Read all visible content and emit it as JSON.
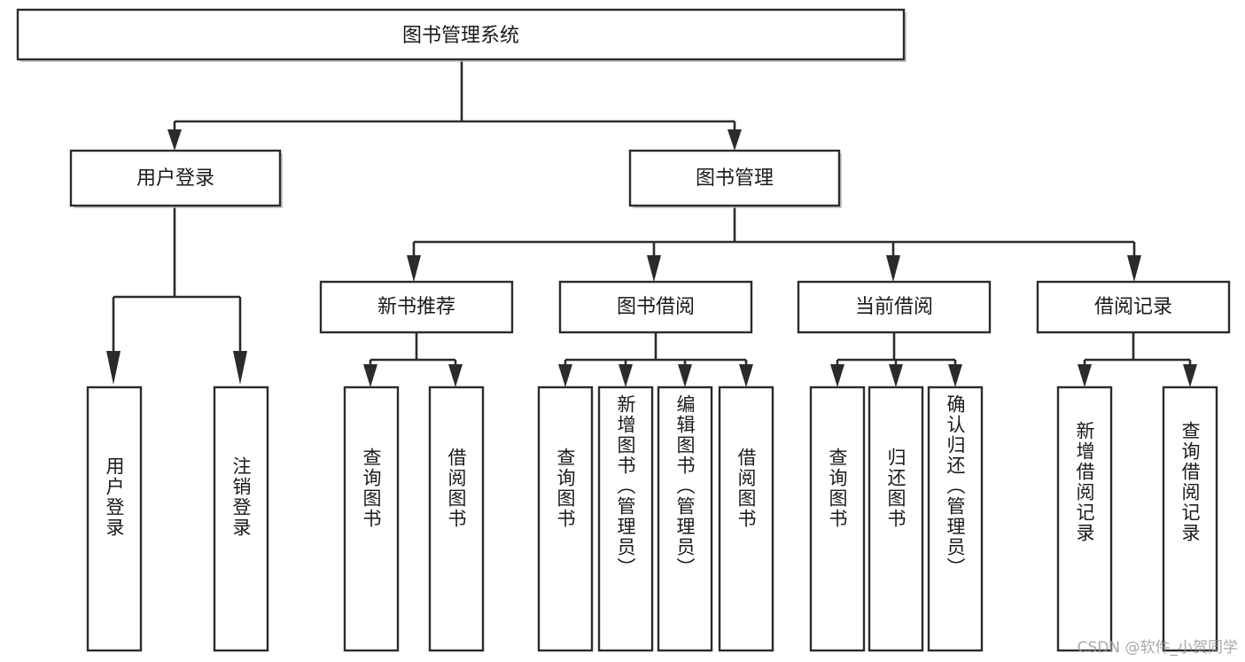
{
  "diagram": {
    "type": "hierarchy-tree",
    "title_node": {
      "label": "图书管理系统"
    },
    "level2": [
      {
        "label": "用户登录"
      },
      {
        "label": "图书管理"
      }
    ],
    "level3": [
      {
        "label": "新书推荐"
      },
      {
        "label": "图书借阅"
      },
      {
        "label": "当前借阅"
      },
      {
        "label": "借阅记录"
      }
    ],
    "leaves": {
      "user_login": [
        {
          "label": "用户登录"
        },
        {
          "label": "注销登录"
        }
      ],
      "new_book_recommend": [
        {
          "label": "查询图书"
        },
        {
          "label": "借阅图书"
        }
      ],
      "book_borrow": [
        {
          "label": "查询图书"
        },
        {
          "label": "新增图书（管理员）"
        },
        {
          "label": "编辑图书（管理员）"
        },
        {
          "label": "借阅图书"
        }
      ],
      "current_borrow": [
        {
          "label": "查询图书"
        },
        {
          "label": "归还图书"
        },
        {
          "label": "确认归还（管理员）"
        }
      ],
      "borrow_record": [
        {
          "label": "新增借阅记录"
        },
        {
          "label": "查询借阅记录"
        }
      ]
    }
  },
  "watermark": {
    "text": "CSDN @软件_小贺同学"
  },
  "colors": {
    "stroke": "#2b2b2b",
    "box_fill": "#ffffff",
    "text": "#1a1a1a",
    "watermark": "#9a9a9a",
    "background": "#ffffff"
  }
}
